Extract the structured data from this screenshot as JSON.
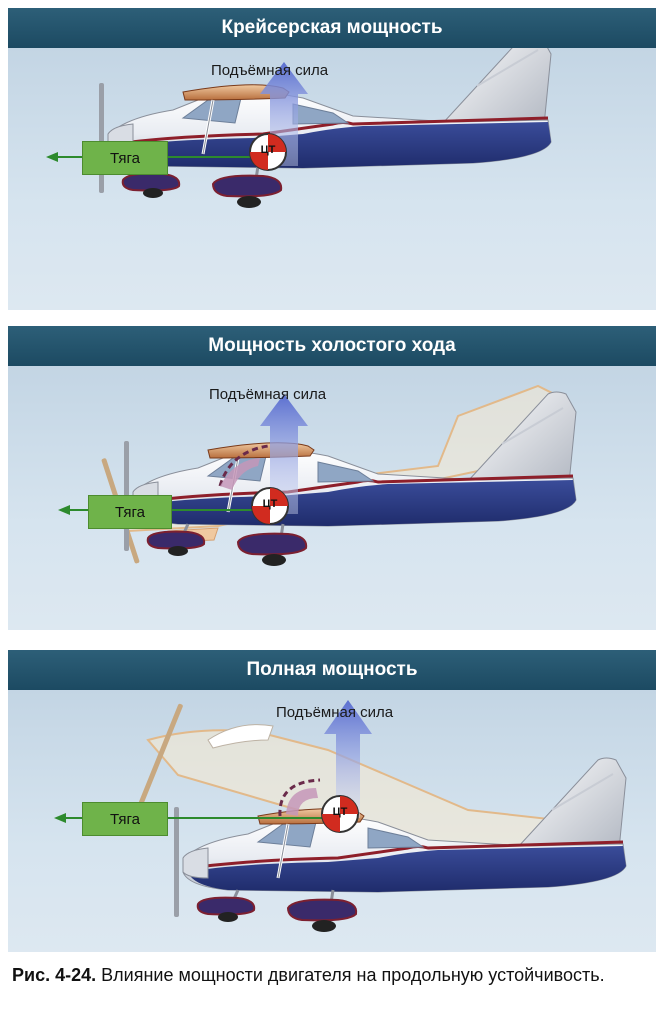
{
  "panels": [
    {
      "title": "Крейсерская мощность",
      "lift_label": "Подъёмная сила",
      "thrust_label": "Тяга",
      "cg_label": "ЦТ"
    },
    {
      "title": "Мощность холостого хода",
      "lift_label": "Подъёмная сила",
      "thrust_label": "Тяга",
      "cg_label": "ЦТ"
    },
    {
      "title": "Полная мощность",
      "lift_label": "Подъёмная сила",
      "thrust_label": "Тяга",
      "cg_label": "ЦТ"
    }
  ],
  "caption": {
    "figure_label": "Рис. 4-24.",
    "text": "Влияние мощности двигателя на продольную устойчивость."
  },
  "colors": {
    "header_bg": "#1f4d66",
    "sky_bg": "#cfdeea",
    "fuselage_blue": "#2e3f86",
    "stripe_red": "#8e1f2a",
    "thrust_green": "#6fb34a",
    "lift_arrow": "#7f8fd8",
    "cg_red": "#d12b1f",
    "dashed_arc": "#9a5a7a"
  }
}
